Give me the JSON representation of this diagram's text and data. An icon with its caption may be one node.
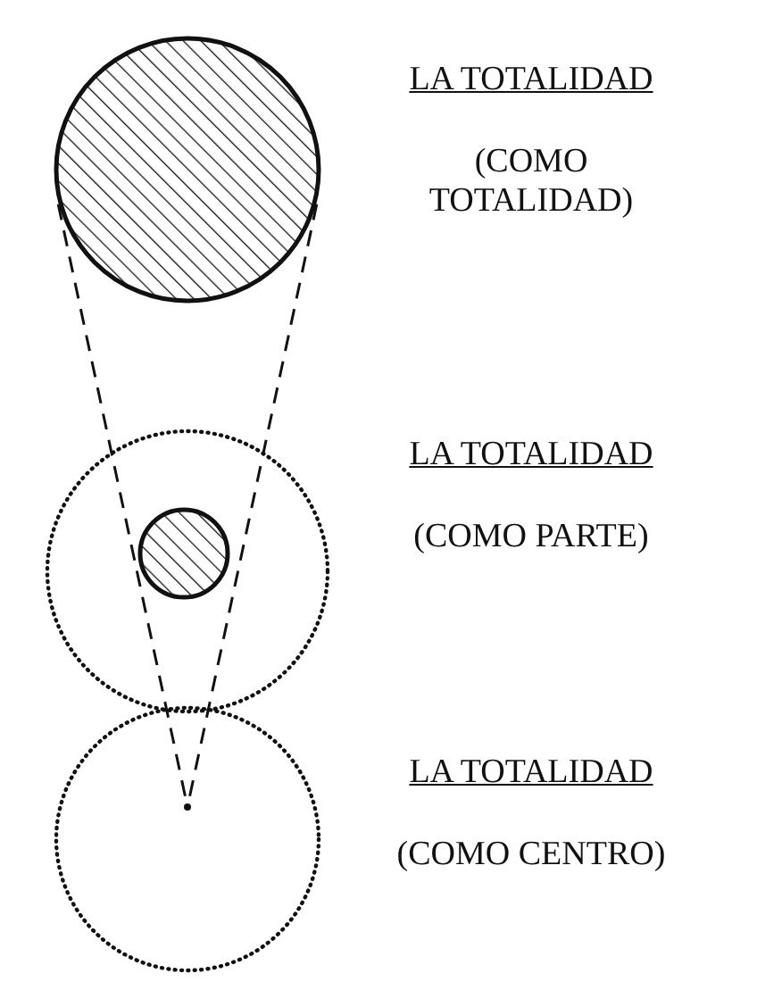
{
  "diagram": {
    "nodes": [
      {
        "text": [],
        "shape": "circle",
        "beside": [
          "LA TOTALIDAD",
          "(COMO TOTALIDAD)"
        ]
      },
      {
        "text": [],
        "shape": "circle",
        "beside": [
          "LA TOTALIDAD",
          "(COMO PARTE)"
        ]
      },
      {
        "text": [],
        "shape": "circle",
        "in": 1
      },
      {
        "text": [],
        "shape": "circle",
        "beside": [
          "LA TOTALIDAD",
          "(COMO CENTRO)"
        ]
      },
      {
        "text": [],
        "shape": "dot",
        "in": 3
      }
    ],
    "edges": [
      {
        "from": 0,
        "to": 4,
        "arrow": "none",
        "style": "dashed"
      },
      {
        "from": 0,
        "to": 4,
        "arrow": "none",
        "style": "dashed"
      }
    ]
  }
}
